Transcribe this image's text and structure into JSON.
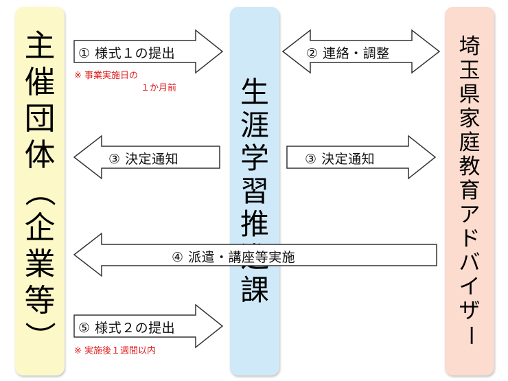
{
  "columns": {
    "left": [
      "主",
      "催",
      "団",
      "体",
      "（",
      "企",
      "業",
      "等",
      "）"
    ],
    "mid": [
      "生",
      "涯",
      "学",
      "習",
      "推",
      "進",
      "課"
    ],
    "right": [
      "埼",
      "玉",
      "県",
      "家",
      "庭",
      "教",
      "育",
      "ア",
      "ド",
      "バ",
      "イ",
      "ザ",
      "ー"
    ]
  },
  "arrows": {
    "a1": {
      "label": "① 様式１の提出",
      "note1": "※ 事業実施日の",
      "note2": "１か月前"
    },
    "a2": {
      "label": "② 連絡・調整"
    },
    "a3l": {
      "label": "③ 決定通知"
    },
    "a3r": {
      "label": "③ 決定通知"
    },
    "a4": {
      "label": "④ 派遣・講座等実施"
    },
    "a5": {
      "label": "⑤ 様式２の提出",
      "note1": "※ 実施後１週間以内"
    }
  },
  "colors": {
    "left_col": "#fdf8c8",
    "mid_col": "#cfe9f8",
    "right_col": "#fbdccf",
    "note": "#e02020",
    "arrow_stroke": "#333333"
  }
}
